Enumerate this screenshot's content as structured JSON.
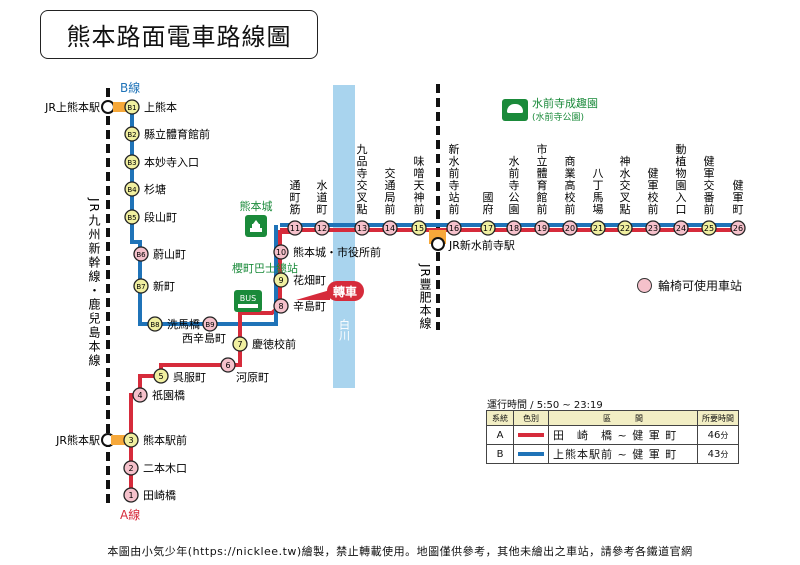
{
  "title": "熊本路面電車路線圖",
  "colors": {
    "a_line": "#d62b3b",
    "b_line": "#1f73b8",
    "river": "#a9d4ee",
    "wheelchair": "#f5c1cb",
    "accessible_station": "#f0efa0",
    "park": "#1a8a3a"
  },
  "line_labels": {
    "a": "A線",
    "b": "B線"
  },
  "a_stations": [
    {
      "code": "1",
      "name": "田崎橋"
    },
    {
      "code": "2",
      "name": "二本木口"
    },
    {
      "code": "3",
      "name": "熊本駅前"
    },
    {
      "code": "4",
      "name": "祇園橋"
    },
    {
      "code": "5",
      "name": "呉服町"
    },
    {
      "code": "6",
      "name": "河原町"
    },
    {
      "code": "7",
      "name": "慶徳校前"
    },
    {
      "code": "8",
      "name": "辛島町"
    },
    {
      "code": "9",
      "name": "花畑町"
    },
    {
      "code": "10",
      "name": "熊本城・市役所前"
    }
  ],
  "b_stations": [
    {
      "code": "B1",
      "name": "上熊本"
    },
    {
      "code": "B2",
      "name": "縣立體育館前"
    },
    {
      "code": "B3",
      "name": "本妙寺入口"
    },
    {
      "code": "B4",
      "name": "杉塘"
    },
    {
      "code": "B5",
      "name": "段山町"
    },
    {
      "code": "B6",
      "name": "蔚山町"
    },
    {
      "code": "B7",
      "name": "新町"
    },
    {
      "code": "B8",
      "name": "洗馬橋"
    },
    {
      "code": "B9",
      "name": "西辛島町"
    }
  ],
  "shared_stations": [
    {
      "code": "11",
      "name": "通町筋"
    },
    {
      "code": "12",
      "name": "水道町"
    },
    {
      "code": "13",
      "name": "九品寺交叉點"
    },
    {
      "code": "14",
      "name": "交通局前"
    },
    {
      "code": "15",
      "name": "味噌天神前"
    },
    {
      "code": "16",
      "name": "新水前寺站前"
    },
    {
      "code": "17",
      "name": "國府"
    },
    {
      "code": "18",
      "name": "水前寺公園"
    },
    {
      "code": "19",
      "name": "市立體育館前"
    },
    {
      "code": "20",
      "name": "商業高校前"
    },
    {
      "code": "21",
      "name": "八丁馬場"
    },
    {
      "code": "22",
      "name": "神水交叉點"
    },
    {
      "code": "23",
      "name": "健軍校前"
    },
    {
      "code": "24",
      "name": "動植物園入口"
    },
    {
      "code": "25",
      "name": "健軍交番前"
    },
    {
      "code": "26",
      "name": "健軍町"
    }
  ],
  "jr": {
    "kamikumamoto": "JR上熊本駅",
    "kumamoto": "JR熊本駅",
    "shinsuizenji": "JR新水前寺駅",
    "kyushu_line": "JR九州新幹線・鹿兒島本線",
    "hohi_line": "JR豐肥本線"
  },
  "landmarks": {
    "castle": "熊本城",
    "bus": "櫻町巴士總站",
    "bus_icon": "BUS",
    "transfer": "轉車",
    "river": "白川",
    "park": "水前寺成趣園",
    "park_sub": "(水前寺公園)"
  },
  "legend": {
    "wheelchair": "輪椅可使用車站",
    "hours": "運行時間 / 5:50 ~ 23:19",
    "headers": [
      "系統",
      "色別",
      "區　　　間",
      "所要時間"
    ],
    "rows": [
      {
        "system": "A",
        "section": "田　崎　橋 ~ 健 軍 町",
        "time": "46",
        "unit": "分"
      },
      {
        "system": "B",
        "section": "上熊本駅前 ~ 健 軍 町",
        "time": "43",
        "unit": "分"
      }
    ]
  },
  "footer": "本圖由小気少年(https://nicklee.tw)繪製，禁止轉載使用。地圖僅供參考，其他未繪出之車站，請參考各鐵道官網"
}
